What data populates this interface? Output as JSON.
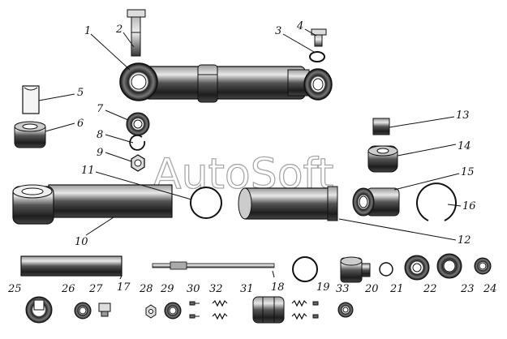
{
  "watermark": "AutoSoft",
  "callouts": [
    {
      "id": "1",
      "text": "1"
    },
    {
      "id": "2",
      "text": "2"
    },
    {
      "id": "3",
      "text": "3"
    },
    {
      "id": "4",
      "text": "4"
    },
    {
      "id": "5",
      "text": "5"
    },
    {
      "id": "6",
      "text": "6"
    },
    {
      "id": "7",
      "text": "7"
    },
    {
      "id": "8",
      "text": "8"
    },
    {
      "id": "9",
      "text": "9"
    },
    {
      "id": "10",
      "text": "10"
    },
    {
      "id": "11",
      "text": "11"
    },
    {
      "id": "12",
      "text": "12"
    },
    {
      "id": "13",
      "text": "13"
    },
    {
      "id": "14",
      "text": "14"
    },
    {
      "id": "15",
      "text": "15"
    },
    {
      "id": "16",
      "text": "16"
    },
    {
      "id": "17",
      "text": "17"
    },
    {
      "id": "18",
      "text": "18"
    },
    {
      "id": "19",
      "text": "19"
    },
    {
      "id": "20",
      "text": "20"
    },
    {
      "id": "21",
      "text": "21"
    },
    {
      "id": "22",
      "text": "22"
    },
    {
      "id": "23",
      "text": "23"
    },
    {
      "id": "24",
      "text": "24"
    },
    {
      "id": "25",
      "text": "25"
    },
    {
      "id": "26",
      "text": "26"
    },
    {
      "id": "27",
      "text": "27"
    },
    {
      "id": "28",
      "text": "28"
    },
    {
      "id": "29",
      "text": "29"
    },
    {
      "id": "30",
      "text": "30"
    },
    {
      "id": "31",
      "text": "31"
    },
    {
      "id": "32",
      "text": "32"
    },
    {
      "id": "33",
      "text": "33"
    }
  ]
}
